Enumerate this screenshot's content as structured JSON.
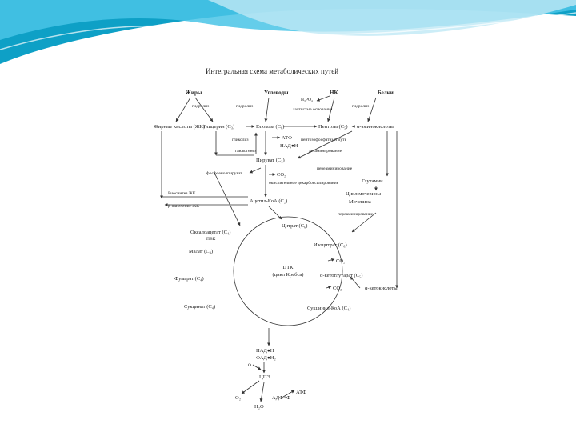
{
  "banner": {
    "colors": [
      "#0ea0c6",
      "#49c4e6",
      "#bfe8f5"
    ]
  },
  "diagram": {
    "title": "Интегральная схема метаболических путей",
    "nodes": {
      "fats": "Жиры",
      "carbs": "Углеводы",
      "nucleic": "НК",
      "proteins": "Белки",
      "h3po4": "H₃PO₄",
      "nitrogen_bases": "азотистые основания",
      "hydrolysis_1": "гидролиз",
      "hydrolysis_2": "гидролиз",
      "hydrolysis_3": "гидролиз",
      "fatty_acids": "Жирные кислоты (ЖК)",
      "glycerol": "Глицерин (C₃)",
      "glucose": "Глюкоза (C₆)",
      "pentoses": "Пентозы (C₅)",
      "amino_acids": "α-аминокислоты",
      "glycolysis": "гликолиз",
      "pentose_path": "пентозофосфатный путь",
      "atp": "АТФ",
      "nadh": "НАД●Н",
      "gluconeogenesis": "глюкогенез",
      "deamination": "дезаминирование",
      "pyruvate": "Пируват (C₃)",
      "transamination": "переаминирование",
      "pep": "фосфоенолпируват",
      "co2_1": "CO₂",
      "oxidative_decarb": "окислительное декарбоксилирование",
      "glutamine": "Глутамин",
      "urea_cycle": "Цикл мочевины",
      "urea": "Мочевина",
      "fa_biosynthesis": "Биосинтез ЖК",
      "beta_oxidation": "β-окисление ЖК",
      "acetyl_coa": "Ацетил-КоА (C₂)",
      "transamination_2": "переаминирование",
      "citrate": "Цитрат (C₆)",
      "oxaloacetate": "Оксалоацетат (C₄)",
      "pvk": "ПВК",
      "isocitrate": "Изоцитрат (C₆)",
      "malate": "Малат (C₄)",
      "co2_2": "CO₂",
      "tca_line1": "ЦТК",
      "tca_line2": "(цикл Кребса)",
      "akg": "α-кетоглутарат (C₅)",
      "fumarate": "Фумарат (C₄)",
      "co2_3": "CO₂",
      "alpha_acids": "α-кетокислоты",
      "succinate": "Сукцинат (C₄)",
      "succinyl_coa": "Сукцинил-КоА (C₄)",
      "nadh_2": "НАД●Н",
      "fadh2": "ФАД●Н₂",
      "o2_in": "O",
      "etc": "ЦПЭ",
      "atp_2": "АТФ",
      "o2": "O₂",
      "adp": "АДФ+Ф",
      "h2o": "H₂O"
    }
  }
}
